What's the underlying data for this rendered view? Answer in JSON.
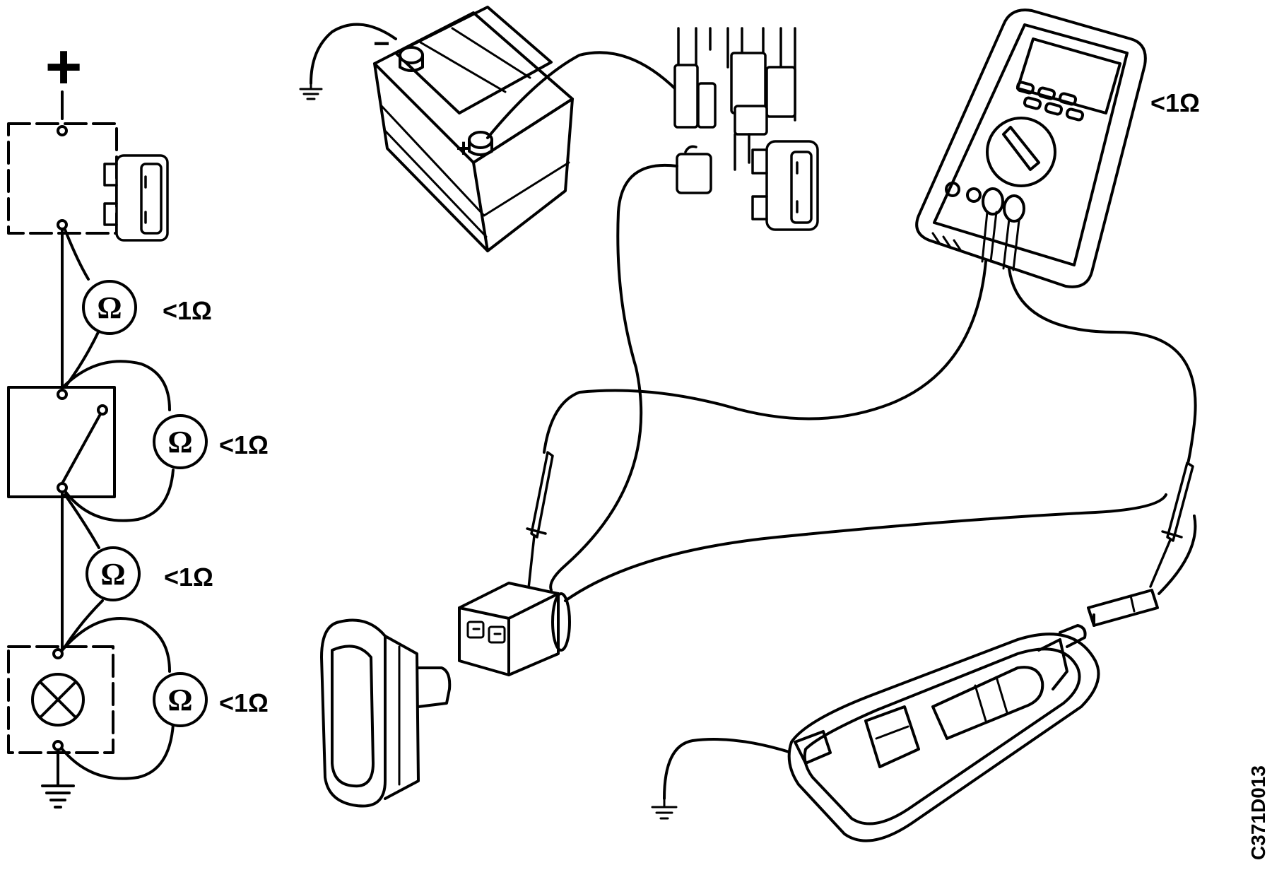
{
  "diagram": {
    "code": "C371D013",
    "supply_symbol": "+",
    "battery_pos": "+",
    "battery_neg": "−",
    "ohm_symbol": "Ω",
    "readings": {
      "fuse": "<1Ω",
      "switch": "<1Ω",
      "wire": "<1Ω",
      "lamp": "<1Ω",
      "multimeter": "<1Ω"
    }
  },
  "colors": {
    "ink": "#000000",
    "paper": "#ffffff"
  }
}
